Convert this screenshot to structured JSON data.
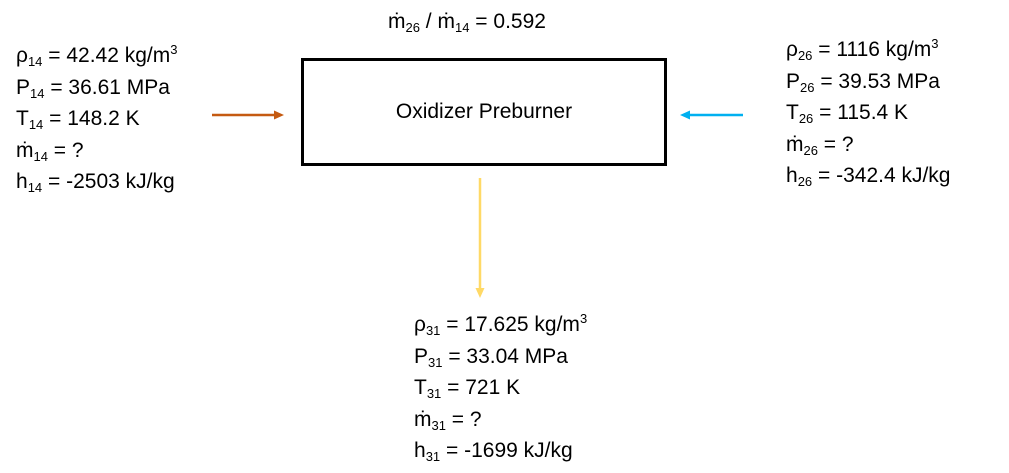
{
  "ratio": {
    "m_left": "ṁ",
    "sub_left": "26",
    "sep": " / ",
    "m_right": "ṁ",
    "sub_right": "14",
    "eq": " = 0.592"
  },
  "box_label": "Oxidizer Preburner",
  "colors": {
    "inlet_14": "#c55a11",
    "inlet_26": "#00b0f0",
    "outlet_31": "#ffd966",
    "box_border": "#000000"
  },
  "stream_14": {
    "rho": {
      "sym": "ρ",
      "sub": "14",
      "val": " = 42.42 kg/m",
      "sup": "3"
    },
    "P": {
      "sym": "P",
      "sub": "14",
      "val": " = 36.61 MPa"
    },
    "T": {
      "sym": "T",
      "sub": "14",
      "val": " = 148.2 K"
    },
    "m": {
      "sym": "ṁ",
      "sub": "14",
      "val": " = ?"
    },
    "h": {
      "sym": "h",
      "sub": "14",
      "val": " = -2503 kJ/kg"
    }
  },
  "stream_26": {
    "rho": {
      "sym": "ρ",
      "sub": "26",
      "val": " = 1116 kg/m",
      "sup": "3"
    },
    "P": {
      "sym": "P",
      "sub": "26",
      "val": " = 39.53 MPa"
    },
    "T": {
      "sym": "T",
      "sub": "26",
      "val": " = 115.4 K"
    },
    "m": {
      "sym": "ṁ",
      "sub": "26",
      "val": " = ?"
    },
    "h": {
      "sym": "h",
      "sub": "26",
      "val": " = -342.4 kJ/kg"
    }
  },
  "stream_31": {
    "rho": {
      "sym": "ρ",
      "sub": "31",
      "val": " = 17.625 kg/m",
      "sup": "3"
    },
    "P": {
      "sym": "P",
      "sub": "31",
      "val": " = 33.04 MPa"
    },
    "T": {
      "sym": "T",
      "sub": "31",
      "val": " = 721 K"
    },
    "m": {
      "sym": "ṁ",
      "sub": "31",
      "val": " = ?"
    },
    "h": {
      "sym": "h",
      "sub": "31",
      "val": " = -1699 kJ/kg"
    }
  }
}
